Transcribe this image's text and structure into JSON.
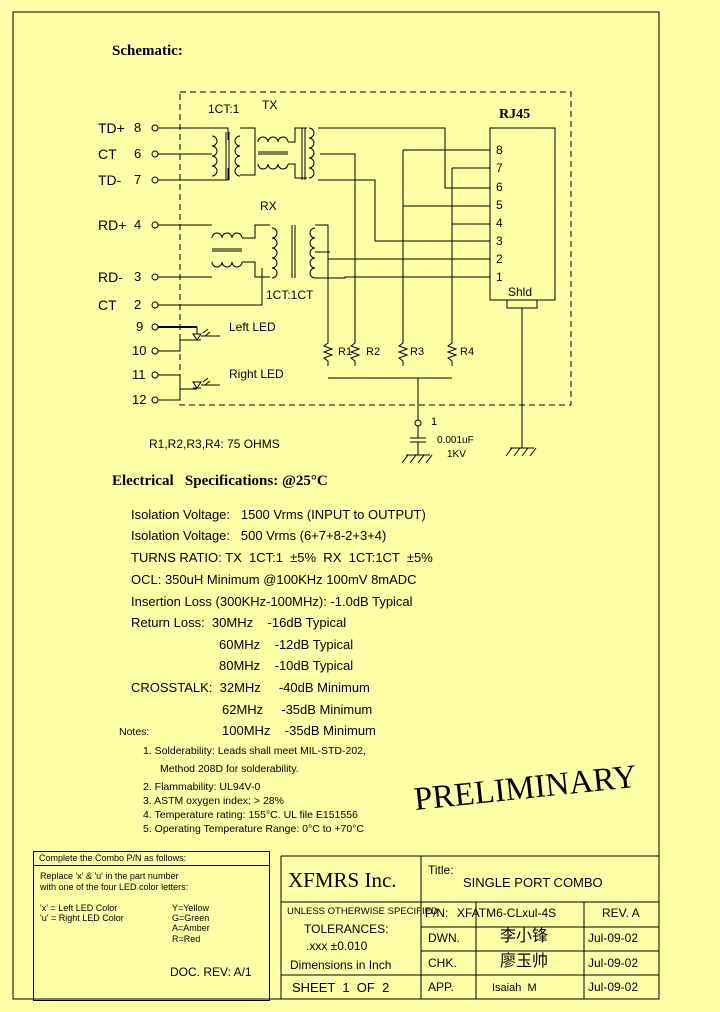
{
  "schematic": {
    "heading": "Schematic:",
    "pins": [
      {
        "label": "TD+",
        "num": "8"
      },
      {
        "label": "CT",
        "num": "6"
      },
      {
        "label": "TD-",
        "num": "7"
      },
      {
        "label": "RD+",
        "num": "4"
      },
      {
        "label": "RD-",
        "num": "3"
      },
      {
        "label": "CT",
        "num": "2"
      },
      {
        "label": "",
        "num": "9"
      },
      {
        "label": "",
        "num": "10"
      },
      {
        "label": "",
        "num": "11"
      },
      {
        "label": "",
        "num": "12"
      }
    ],
    "tx_ratio": "1CT:1",
    "tx_label": "TX",
    "rx_label": "RX",
    "rx_ratio": "1CT:1CT",
    "rj45_title": "RJ45",
    "rj45_pins": [
      "8",
      "7",
      "6",
      "5",
      "4",
      "3",
      "2",
      "1"
    ],
    "shield_label": "Shld",
    "resistors": [
      "R1",
      "R2",
      "R3",
      "R4"
    ],
    "left_led": "Left LED",
    "right_led": "Right LED",
    "cap_node": "1",
    "cap_value": "0.001uF",
    "cap_voltage": "1KV",
    "resistor_note": "R1,R2,R3,R4: 75 OHMS"
  },
  "specs": {
    "heading": "Electrical   Specifications: @25°C",
    "lines": [
      "Isolation Voltage:   1500 Vrms (INPUT to OUTPUT)",
      "Isolation Voltage:   500 Vrms (6+7+8-2+3+4)",
      "TURNS RATIO: TX  1CT:1  ±5%  RX  1CT:1CT  ±5%",
      "OCL: 350uH Minimum @100KHz 100mV 8mADC",
      "Insertion Loss (300KHz-100MHz): -1.0dB Typical",
      "Return Loss:  30MHz    -16dB Typical",
      "60MHz    -12dB Typical",
      "80MHz    -10dB Typical",
      "CROSSTALK:  32MHz     -40dB Minimum",
      "62MHz     -35dB Minimum",
      "100MHz    -35dB Minimum"
    ]
  },
  "notes": {
    "label": "Notes:",
    "items": [
      "1. Solderability: Leads shall meet MIL-STD-202,",
      "Method 208D for solderability.",
      "2. Flammability: UL94V-0",
      "3. ASTM oxygen index: > 28%",
      "4. Temperature rating: 155°C. UL file E151556",
      "5. Operating Temperature Range: 0°C to +70°C"
    ]
  },
  "stamp": "PRELIMINARY",
  "combo_box": {
    "heading": "Complete the Combo P/N as follows:",
    "replace_1": "Replace 'x' & 'u' in the part number",
    "replace_2": "with one of the four LED color letters:",
    "x_def": "'x' = Left LED Color",
    "u_def": "'u' = Right LED Color",
    "colors": [
      "Y=Yellow",
      "G=Green",
      "A=Amber",
      "R=Red"
    ]
  },
  "doc_rev": "DOC. REV: A/1",
  "title_block": {
    "company": "XFMRS Inc.",
    "title_label": "Title:",
    "title": "SINGLE PORT COMBO",
    "tol_heading": "UNLESS OTHERWISE SPECIFIED",
    "tol_label": "TOLERANCES:",
    "tol_value": ".xxx  ±0.010",
    "dims": "Dimensions in Inch",
    "sheet": "SHEET  1  OF  2",
    "pn_label": "P/N:",
    "pn": "XFATM6-CLxul-4S",
    "rev": "REV. A",
    "dwn_label": "DWN.",
    "dwn_name": "李小锋",
    "dwn_date": "Jul-09-02",
    "chk_label": "CHK.",
    "chk_name": "廖玉帅",
    "chk_date": "Jul-09-02",
    "app_label": "APP.",
    "app_name": "Isaiah  M",
    "app_date": "Jul-09-02"
  },
  "colors": {
    "paper": "#ffffa8",
    "ink": "#000000"
  }
}
